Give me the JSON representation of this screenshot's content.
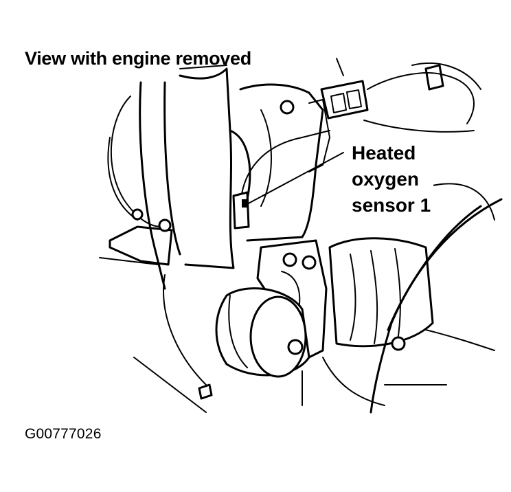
{
  "title": "View with engine removed",
  "callout": {
    "line1": "Heated",
    "line2": "oxygen",
    "line3": "sensor 1"
  },
  "figure_id": "G00777026",
  "colors": {
    "ink": "#000000",
    "paper": "#ffffff"
  }
}
